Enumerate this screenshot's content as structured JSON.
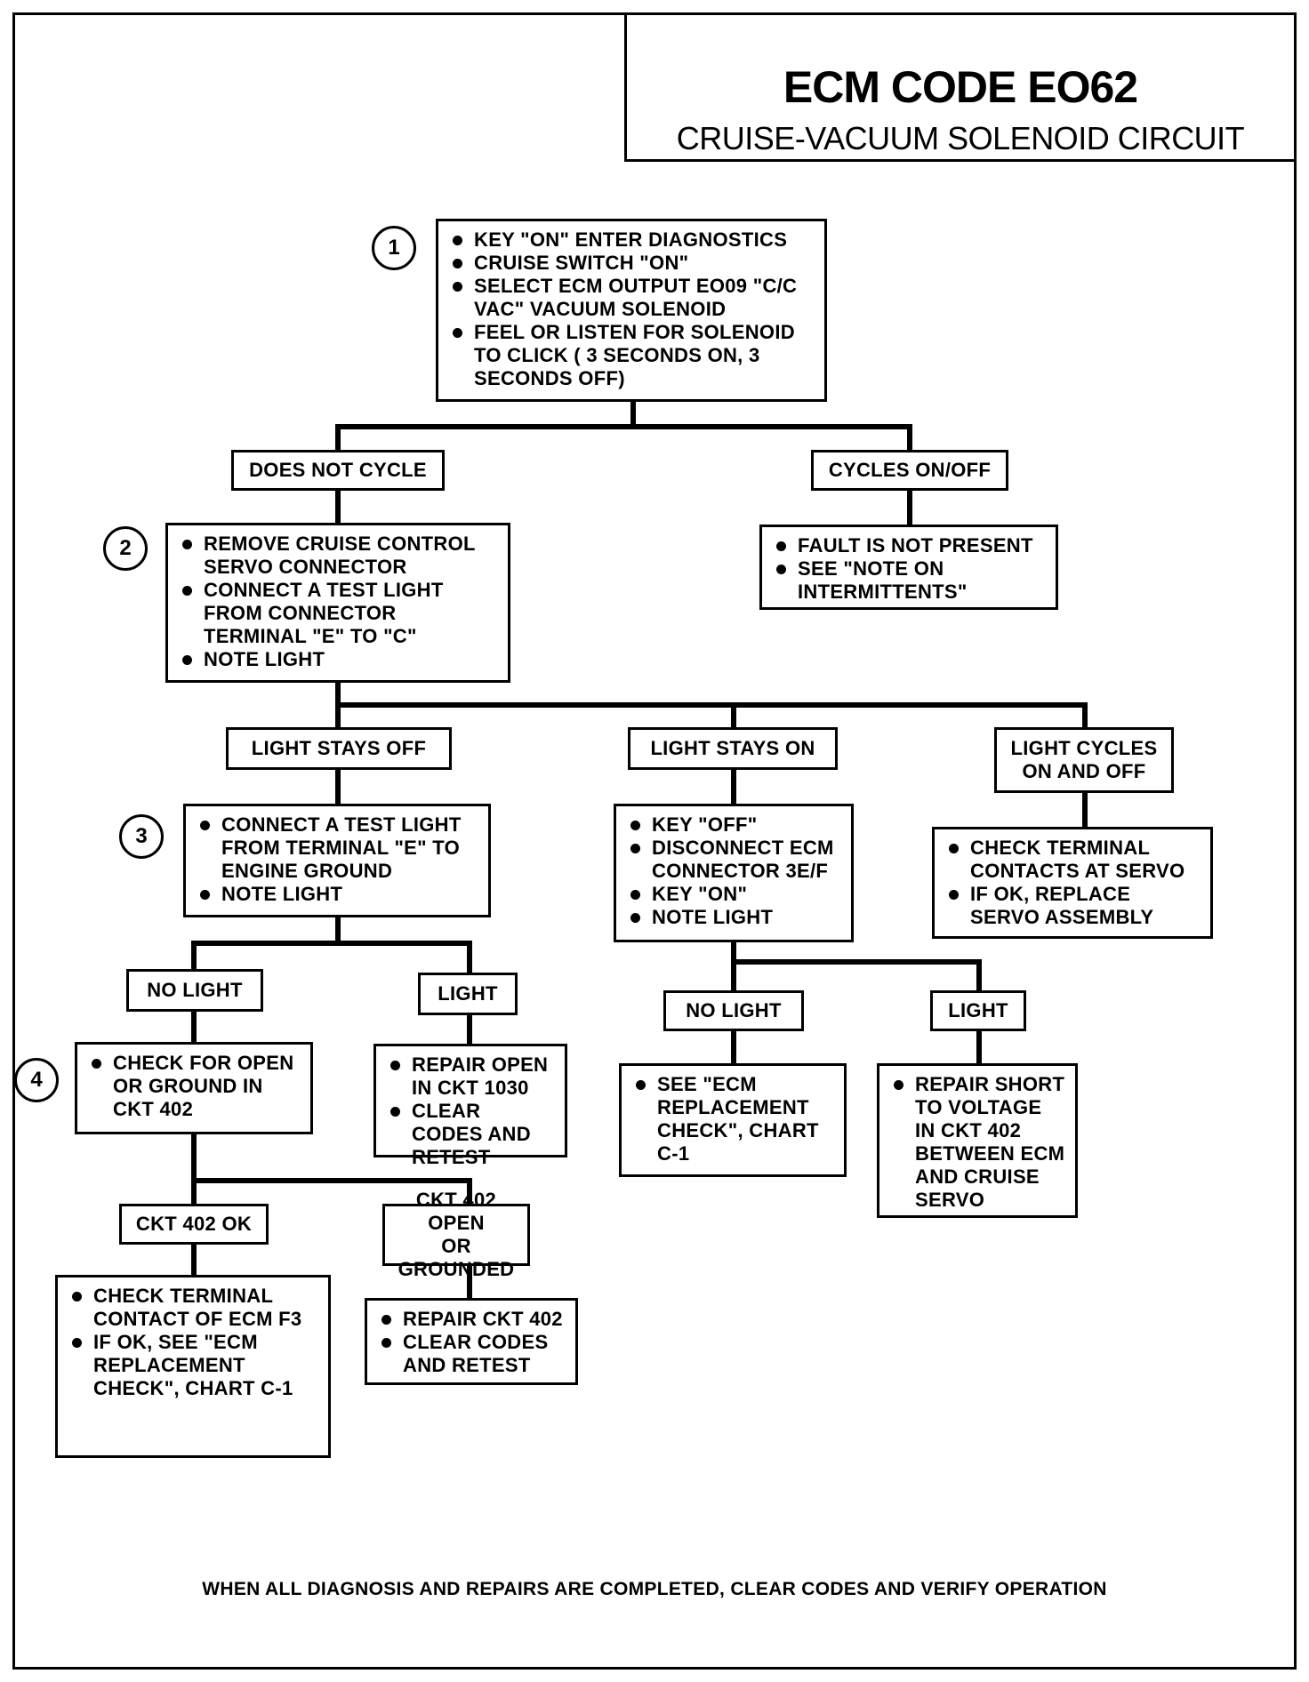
{
  "title": "ECM CODE EO62",
  "subtitle": "CRUISE-VACUUM SOLENOID CIRCUIT",
  "steps": {
    "s1": {
      "number": "1",
      "lines": [
        "KEY \"ON\" ENTER DIAGNOSTICS",
        "CRUISE SWITCH \"ON\"",
        "SELECT ECM OUTPUT EO09 \"C/C VAC\" VACUUM SOLENOID",
        "FEEL OR LISTEN FOR SOLENOID TO CLICK ( 3 SECONDS ON, 3 SECONDS OFF)"
      ]
    },
    "s2": {
      "number": "2",
      "lines": [
        "REMOVE CRUISE CONTROL SERVO CONNECTOR",
        "CONNECT A TEST LIGHT FROM CONNECTOR TERMINAL \"E\" TO \"C\"",
        "NOTE LIGHT"
      ]
    },
    "s3": {
      "number": "3",
      "lines": [
        "CONNECT A TEST LIGHT FROM TERMINAL \"E\" TO ENGINE GROUND",
        "NOTE LIGHT"
      ]
    },
    "s4": {
      "number": "4",
      "lines": [
        "CHECK FOR OPEN OR GROUND IN CKT 402"
      ]
    }
  },
  "labels": {
    "does_not_cycle": "DOES NOT CYCLE",
    "cycles_on_off": "CYCLES ON/OFF",
    "light_stays_off": "LIGHT STAYS OFF",
    "light_stays_on": "LIGHT STAYS ON",
    "light_cycles": [
      "LIGHT CYCLES",
      "ON AND OFF"
    ],
    "no_light_a": "NO LIGHT",
    "light_a": "LIGHT",
    "no_light_b": "NO LIGHT",
    "light_b": "LIGHT",
    "ckt_402_ok": "CKT 402 OK",
    "ckt_402_open": [
      "CKT 402 OPEN",
      "OR GROUNDED"
    ]
  },
  "actions": {
    "fault_not_present": [
      "FAULT IS NOT PRESENT",
      "SEE \"NOTE ON INTERMITTENTS\""
    ],
    "key_off": [
      "KEY \"OFF\"",
      "DISCONNECT ECM CONNECTOR 3E/F",
      "KEY \"ON\"",
      "NOTE LIGHT"
    ],
    "check_terminal_servo": [
      "CHECK TERMINAL CONTACTS AT SERVO",
      "IF OK, REPLACE SERVO ASSEMBLY"
    ],
    "repair_open_1030": [
      "REPAIR OPEN IN CKT 1030",
      "CLEAR CODES AND RETEST"
    ],
    "see_ecm_replacement": [
      "SEE \"ECM REPLACEMENT CHECK\", CHART C-1"
    ],
    "repair_short": [
      "REPAIR SHORT TO VOLTAGE IN CKT 402 BETWEEN ECM AND CRUISE SERVO"
    ],
    "check_terminal_f3": [
      "CHECK TERMINAL CONTACT OF ECM F3",
      "IF OK, SEE \"ECM REPLACEMENT CHECK\", CHART C-1"
    ],
    "repair_ckt_402": [
      "REPAIR CKT 402",
      "CLEAR CODES AND RETEST"
    ]
  },
  "footer": "WHEN ALL DIAGNOSIS AND REPAIRS ARE COMPLETED, CLEAR CODES AND VERIFY OPERATION"
}
